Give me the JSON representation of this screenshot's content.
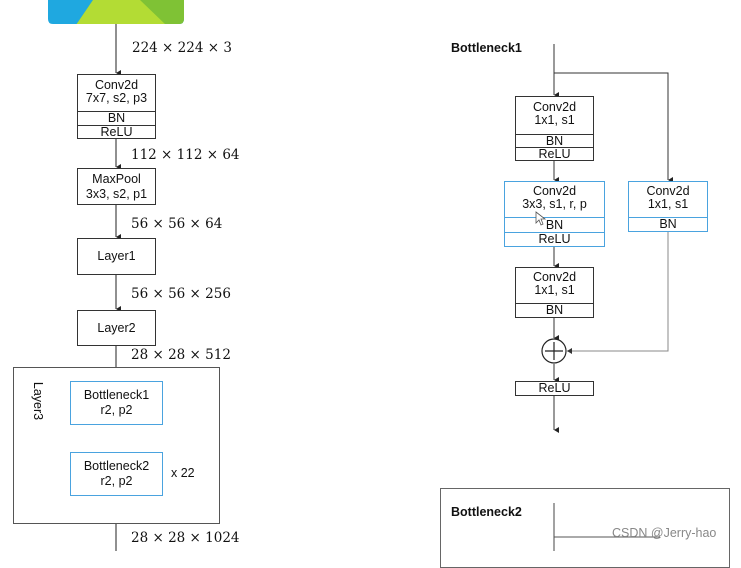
{
  "left_diagram": {
    "input_dim": "224 × 224 × 3",
    "stem_conv": {
      "title": "Conv2d",
      "params": "7x7, s2, p3",
      "bn": "BN",
      "relu": "ReLU"
    },
    "dim_after_conv": "112 × 112 × 64",
    "maxpool": {
      "title": "MaxPool",
      "params": "3x3, s2, p1"
    },
    "dim_after_pool": "56 × 56 × 64",
    "layer1": "Layer1",
    "dim_after_layer1": "56 × 56 × 256",
    "layer2": "Layer2",
    "dim_after_layer2": "28 × 28 × 512",
    "layer3": {
      "label": "Layer3",
      "bottleneck1": {
        "title": "Bottleneck1",
        "params": "r2, p2"
      },
      "bottleneck2": {
        "title": "Bottleneck2",
        "params": "r2, p2"
      },
      "repeat": "x 22"
    },
    "dim_after_layer3": "28 × 28 × 1024"
  },
  "bottleneck1_panel": {
    "title": "Bottleneck1",
    "conv_a": {
      "title": "Conv2d",
      "params": "1x1, s1",
      "bn": "BN",
      "relu": "ReLU"
    },
    "conv_b": {
      "title": "Conv2d",
      "params": "3x3, s1, r, p",
      "bn": "BN",
      "relu": "ReLU"
    },
    "conv_c": {
      "title": "Conv2d",
      "params": "1x1, s1",
      "bn": "BN"
    },
    "shortcut_conv": {
      "title": "Conv2d",
      "params": "1x1, s1",
      "bn": "BN"
    },
    "add_symbol": "+",
    "final_relu": "ReLU"
  },
  "bottleneck2_panel": {
    "title": "Bottleneck2"
  },
  "watermark": "CSDN @Jerry-hao",
  "colors": {
    "highlight_border": "#4aa3df",
    "logo_blue": "#1fa8e0",
    "logo_light_green": "#b3dc34",
    "logo_dark_green": "#7fc235"
  }
}
